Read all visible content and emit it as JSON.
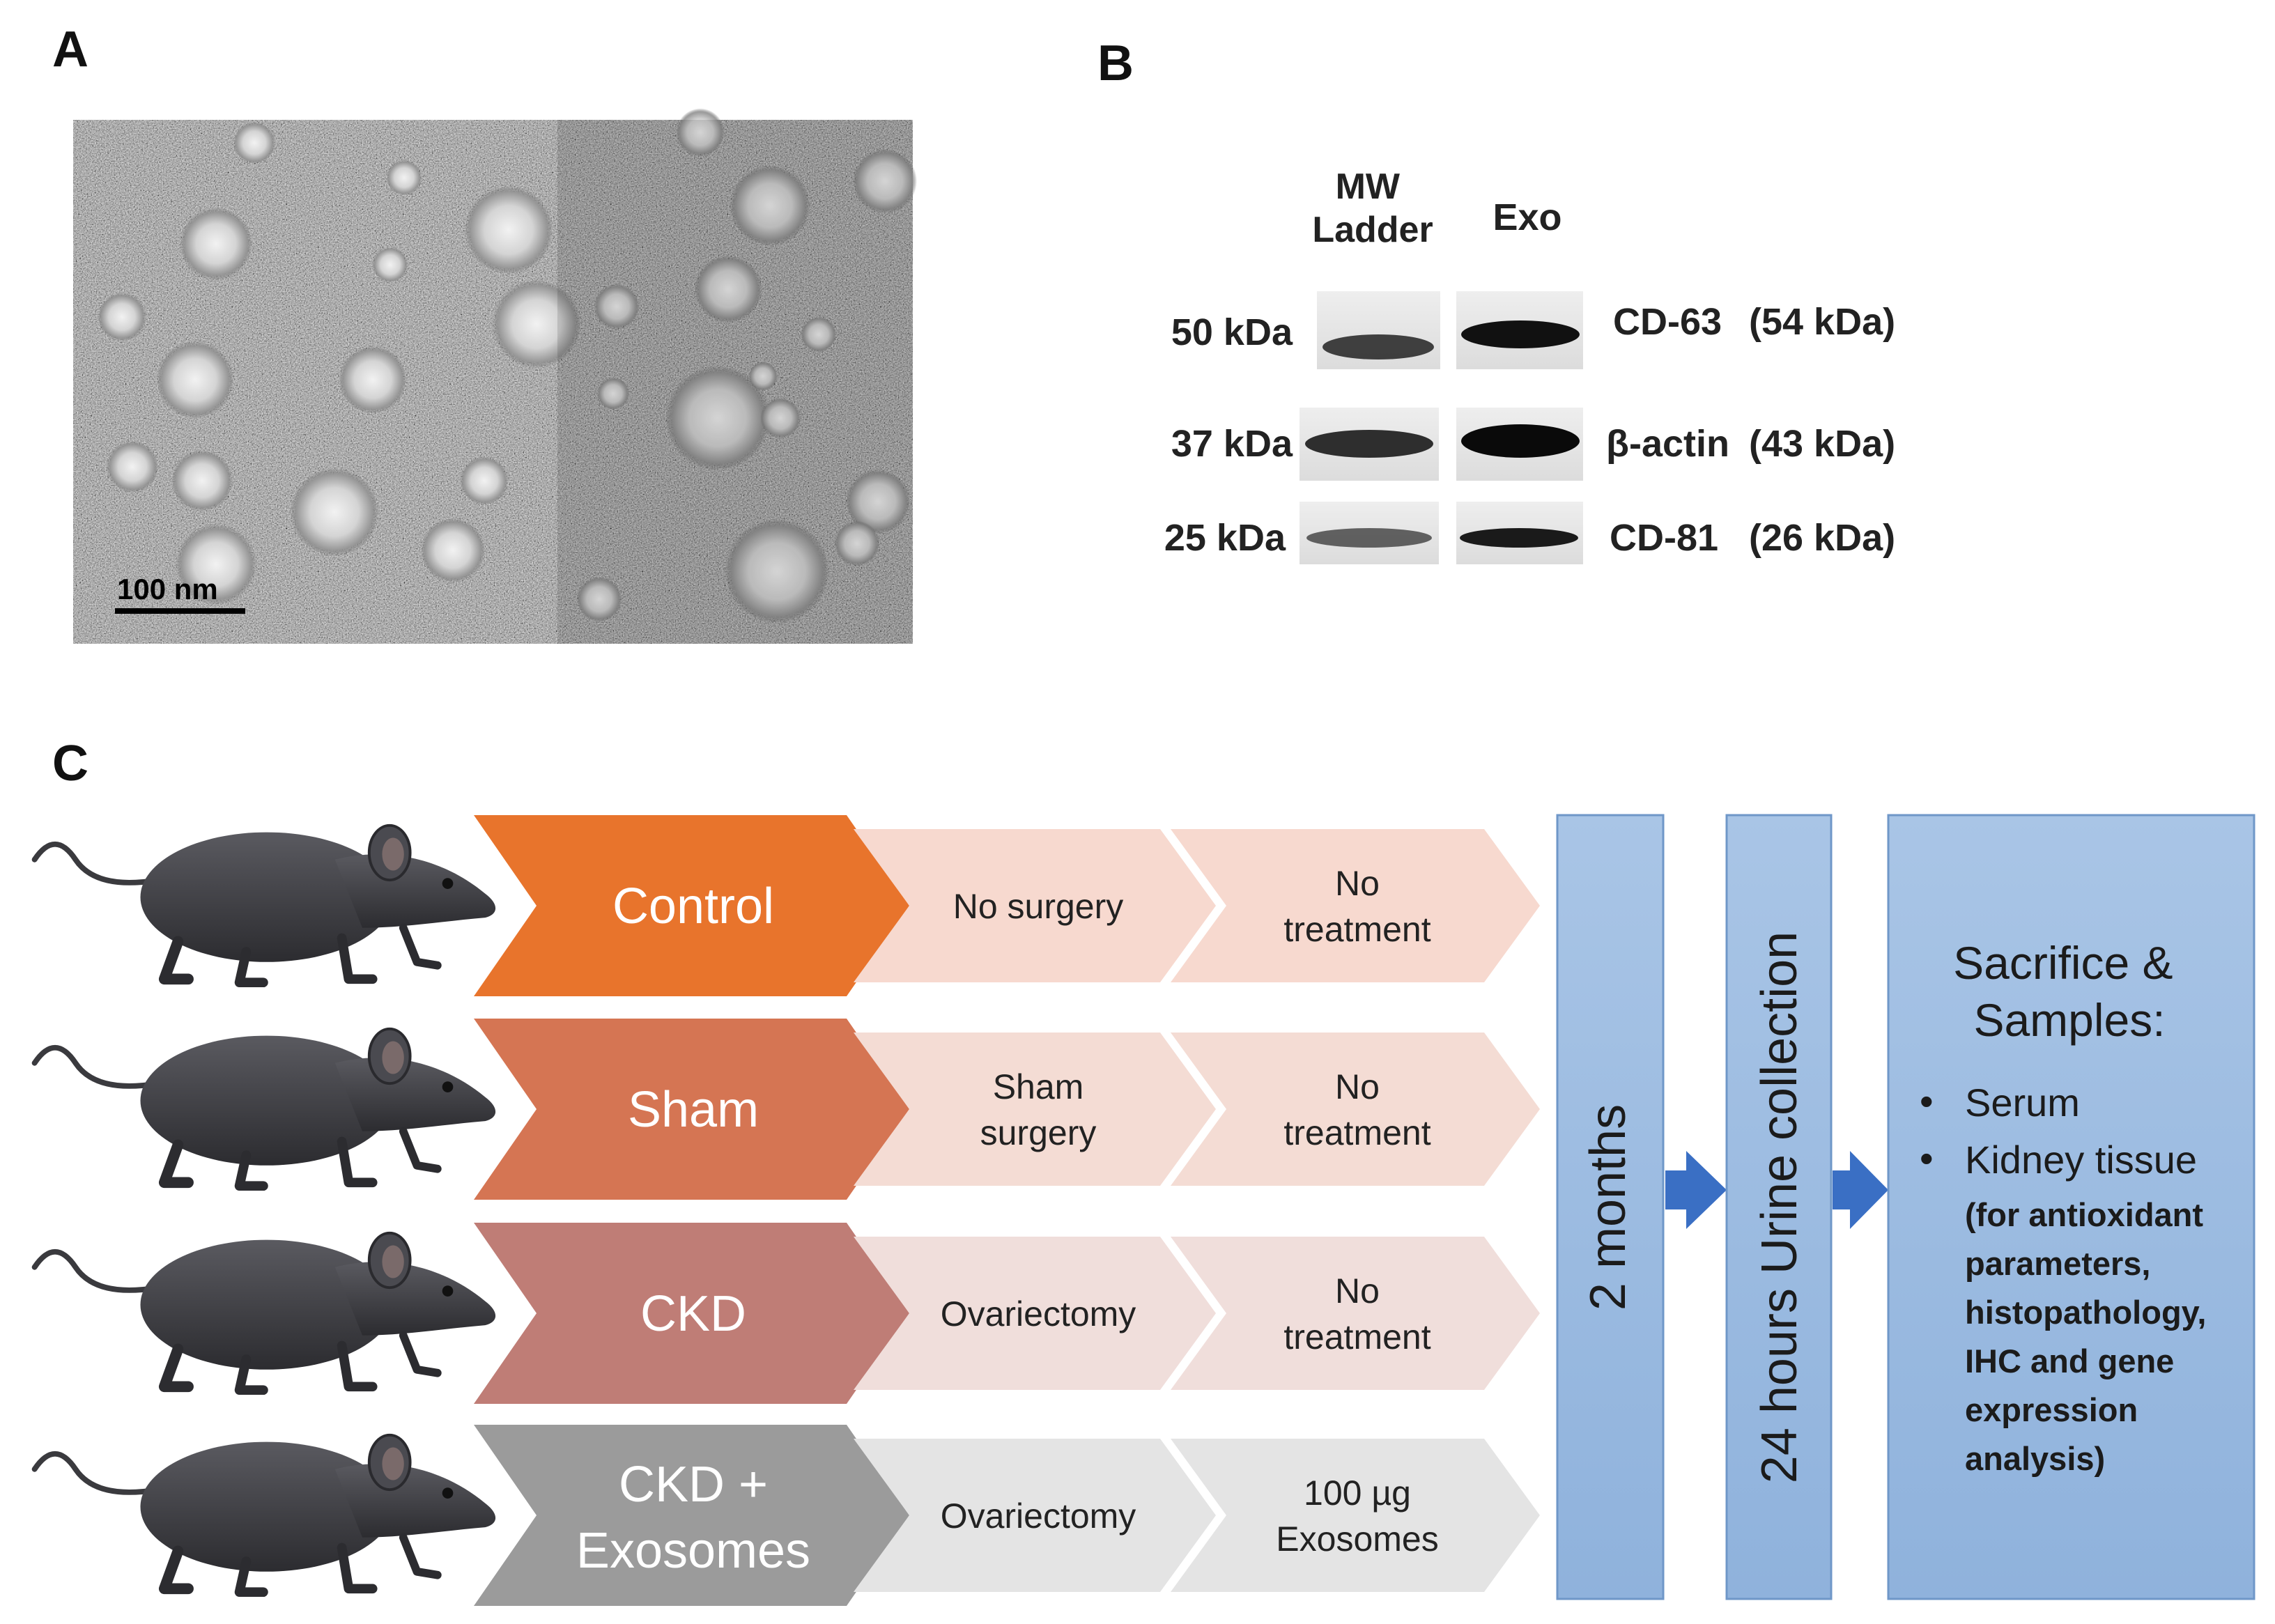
{
  "panels": {
    "a": {
      "label": "A",
      "scale_bar": "100 nm"
    },
    "b": {
      "label": "B",
      "lane_ladder": [
        "MW",
        "Ladder"
      ],
      "lane_exo": "Exo",
      "rows": [
        {
          "ladder": "50 kDa",
          "protein": "CD-63",
          "size": "(54 kDa)"
        },
        {
          "ladder": "37 kDa",
          "protein": "β-actin",
          "size": "(43 kDa)"
        },
        {
          "ladder": "25 kDa",
          "protein": "CD-81",
          "size": "(26 kDa)"
        }
      ]
    },
    "c": {
      "label": "C",
      "groups": [
        {
          "name": [
            "Control"
          ],
          "step1": [
            "No surgery"
          ],
          "step2": [
            "No",
            "treatment"
          ],
          "color": "#e8742c"
        },
        {
          "name": [
            "Sham"
          ],
          "step1": [
            "Sham",
            "surgery"
          ],
          "step2": [
            "No",
            "treatment"
          ],
          "color": "#d57553"
        },
        {
          "name": [
            "CKD"
          ],
          "step1": [
            "Ovariectomy"
          ],
          "step2": [
            "No",
            "treatment"
          ],
          "color": "#bf7d76"
        },
        {
          "name": [
            "CKD +",
            "Exosomes"
          ],
          "step1": [
            "Ovariectomy"
          ],
          "step2": [
            "100 µg",
            "Exosomes"
          ],
          "color": "#9b9b9b"
        }
      ],
      "duration": "2 months",
      "urine": "24 hours Urine collection",
      "final_title": [
        "Sacrifice &",
        "Samples:"
      ],
      "bullets": [
        "Serum",
        "Kidney tissue"
      ],
      "bullet_note": [
        "(for antioxidant",
        "parameters,",
        "histopathology,",
        "IHC and gene",
        "expression",
        "analysis)"
      ]
    }
  }
}
